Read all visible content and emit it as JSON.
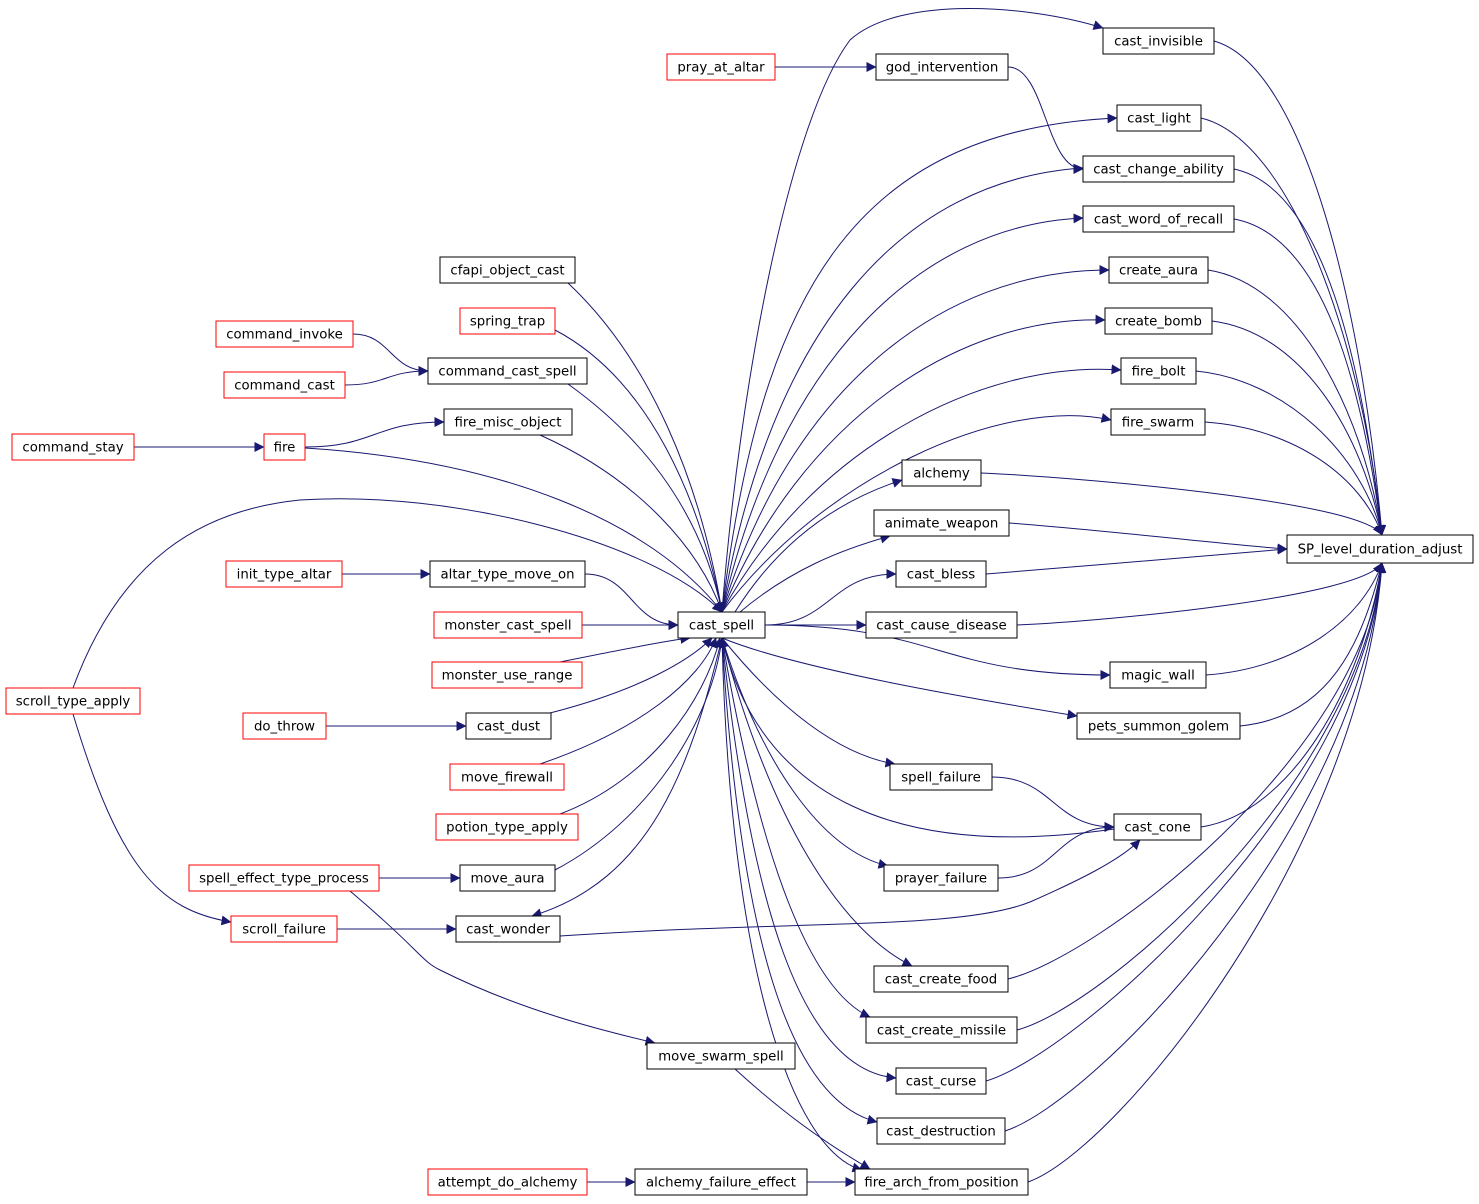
{
  "colors": {
    "edge": "#191970",
    "node_border_default": "#000000",
    "node_border_truncated": "#ff0000",
    "root_fill": "#bfbfbf"
  },
  "nodes": {
    "SP_level_duration_adjust": {
      "label": "SP_level_duration_adjust",
      "root": true
    },
    "cast_invisible": {
      "label": "cast_invisible"
    },
    "god_intervention": {
      "label": "god_intervention"
    },
    "pray_at_altar": {
      "label": "pray_at_altar",
      "truncated": true
    },
    "cast_light": {
      "label": "cast_light"
    },
    "cast_change_ability": {
      "label": "cast_change_ability"
    },
    "cast_word_of_recall": {
      "label": "cast_word_of_recall"
    },
    "create_aura": {
      "label": "create_aura"
    },
    "create_bomb": {
      "label": "create_bomb"
    },
    "fire_bolt": {
      "label": "fire_bolt"
    },
    "fire_swarm": {
      "label": "fire_swarm"
    },
    "alchemy": {
      "label": "alchemy"
    },
    "animate_weapon": {
      "label": "animate_weapon"
    },
    "cast_bless": {
      "label": "cast_bless"
    },
    "cast_cause_disease": {
      "label": "cast_cause_disease"
    },
    "magic_wall": {
      "label": "magic_wall"
    },
    "pets_summon_golem": {
      "label": "pets_summon_golem"
    },
    "spell_failure": {
      "label": "spell_failure"
    },
    "cast_cone": {
      "label": "cast_cone"
    },
    "prayer_failure": {
      "label": "prayer_failure"
    },
    "cast_create_food": {
      "label": "cast_create_food"
    },
    "cast_create_missile": {
      "label": "cast_create_missile"
    },
    "cast_curse": {
      "label": "cast_curse"
    },
    "cast_destruction": {
      "label": "cast_destruction"
    },
    "fire_arch_from_position": {
      "label": "fire_arch_from_position"
    },
    "cast_spell": {
      "label": "cast_spell"
    },
    "cfapi_object_cast": {
      "label": "cfapi_object_cast"
    },
    "spring_trap": {
      "label": "spring_trap",
      "truncated": true
    },
    "command_cast_spell": {
      "label": "command_cast_spell"
    },
    "command_invoke": {
      "label": "command_invoke",
      "truncated": true
    },
    "command_cast": {
      "label": "command_cast",
      "truncated": true
    },
    "fire_misc_object": {
      "label": "fire_misc_object"
    },
    "fire": {
      "label": "fire",
      "truncated": true
    },
    "command_stay": {
      "label": "command_stay",
      "truncated": true
    },
    "altar_type_move_on": {
      "label": "altar_type_move_on"
    },
    "init_type_altar": {
      "label": "init_type_altar",
      "truncated": true
    },
    "monster_cast_spell": {
      "label": "monster_cast_spell",
      "truncated": true
    },
    "monster_use_range": {
      "label": "monster_use_range",
      "truncated": true
    },
    "scroll_type_apply": {
      "label": "scroll_type_apply",
      "truncated": true
    },
    "cast_dust": {
      "label": "cast_dust"
    },
    "do_throw": {
      "label": "do_throw",
      "truncated": true
    },
    "move_firewall": {
      "label": "move_firewall",
      "truncated": true
    },
    "potion_type_apply": {
      "label": "potion_type_apply",
      "truncated": true
    },
    "move_aura": {
      "label": "move_aura"
    },
    "spell_effect_type_process": {
      "label": "spell_effect_type_process",
      "truncated": true
    },
    "cast_wonder": {
      "label": "cast_wonder"
    },
    "scroll_failure": {
      "label": "scroll_failure",
      "truncated": true
    },
    "move_swarm_spell": {
      "label": "move_swarm_spell"
    },
    "alchemy_failure_effect": {
      "label": "alchemy_failure_effect"
    },
    "attempt_do_alchemy": {
      "label": "attempt_do_alchemy",
      "truncated": true
    }
  },
  "edges": [
    [
      "cast_invisible",
      "SP_level_duration_adjust"
    ],
    [
      "cast_light",
      "SP_level_duration_adjust"
    ],
    [
      "cast_change_ability",
      "SP_level_duration_adjust"
    ],
    [
      "cast_word_of_recall",
      "SP_level_duration_adjust"
    ],
    [
      "create_aura",
      "SP_level_duration_adjust"
    ],
    [
      "create_bomb",
      "SP_level_duration_adjust"
    ],
    [
      "fire_bolt",
      "SP_level_duration_adjust"
    ],
    [
      "fire_swarm",
      "SP_level_duration_adjust"
    ],
    [
      "alchemy",
      "SP_level_duration_adjust"
    ],
    [
      "animate_weapon",
      "SP_level_duration_adjust"
    ],
    [
      "cast_bless",
      "SP_level_duration_adjust"
    ],
    [
      "cast_cause_disease",
      "SP_level_duration_adjust"
    ],
    [
      "magic_wall",
      "SP_level_duration_adjust"
    ],
    [
      "pets_summon_golem",
      "SP_level_duration_adjust"
    ],
    [
      "cast_cone",
      "SP_level_duration_adjust"
    ],
    [
      "cast_create_food",
      "SP_level_duration_adjust"
    ],
    [
      "cast_create_missile",
      "SP_level_duration_adjust"
    ],
    [
      "cast_curse",
      "SP_level_duration_adjust"
    ],
    [
      "cast_destruction",
      "SP_level_duration_adjust"
    ],
    [
      "fire_arch_from_position",
      "SP_level_duration_adjust"
    ],
    [
      "pray_at_altar",
      "god_intervention"
    ],
    [
      "god_intervention",
      "cast_change_ability"
    ],
    [
      "cast_spell",
      "cast_invisible"
    ],
    [
      "cast_spell",
      "cast_light"
    ],
    [
      "cast_spell",
      "cast_change_ability"
    ],
    [
      "cast_spell",
      "cast_word_of_recall"
    ],
    [
      "cast_spell",
      "create_aura"
    ],
    [
      "cast_spell",
      "create_bomb"
    ],
    [
      "cast_spell",
      "fire_bolt"
    ],
    [
      "cast_spell",
      "fire_swarm"
    ],
    [
      "cast_spell",
      "alchemy"
    ],
    [
      "cast_spell",
      "animate_weapon"
    ],
    [
      "cast_spell",
      "cast_bless"
    ],
    [
      "cast_spell",
      "cast_cause_disease"
    ],
    [
      "cast_spell",
      "magic_wall"
    ],
    [
      "cast_spell",
      "pets_summon_golem"
    ],
    [
      "cast_spell",
      "spell_failure"
    ],
    [
      "cast_spell",
      "prayer_failure"
    ],
    [
      "cast_spell",
      "cast_create_food"
    ],
    [
      "cast_spell",
      "cast_create_missile"
    ],
    [
      "cast_spell",
      "cast_curse"
    ],
    [
      "cast_spell",
      "cast_destruction"
    ],
    [
      "cast_spell",
      "fire_arch_from_position"
    ],
    [
      "cast_spell",
      "cast_wonder"
    ],
    [
      "spell_failure",
      "cast_cone"
    ],
    [
      "prayer_failure",
      "cast_cone"
    ],
    [
      "cast_wonder",
      "cast_cone"
    ],
    [
      "cast_cone",
      "cast_spell"
    ],
    [
      "cfapi_object_cast",
      "cast_spell"
    ],
    [
      "spring_trap",
      "cast_spell"
    ],
    [
      "command_cast_spell",
      "cast_spell"
    ],
    [
      "command_invoke",
      "command_cast_spell"
    ],
    [
      "command_cast",
      "command_cast_spell"
    ],
    [
      "fire_misc_object",
      "cast_spell"
    ],
    [
      "fire",
      "fire_misc_object"
    ],
    [
      "fire",
      "cast_spell"
    ],
    [
      "command_stay",
      "fire"
    ],
    [
      "scroll_type_apply",
      "cast_spell"
    ],
    [
      "scroll_type_apply",
      "scroll_failure"
    ],
    [
      "altar_type_move_on",
      "cast_spell"
    ],
    [
      "init_type_altar",
      "altar_type_move_on"
    ],
    [
      "monster_cast_spell",
      "cast_spell"
    ],
    [
      "monster_use_range",
      "cast_spell"
    ],
    [
      "cast_dust",
      "cast_spell"
    ],
    [
      "do_throw",
      "cast_dust"
    ],
    [
      "move_firewall",
      "cast_spell"
    ],
    [
      "potion_type_apply",
      "cast_spell"
    ],
    [
      "move_aura",
      "cast_spell"
    ],
    [
      "spell_effect_type_process",
      "move_aura"
    ],
    [
      "spell_effect_type_process",
      "move_swarm_spell"
    ],
    [
      "scroll_failure",
      "cast_wonder"
    ],
    [
      "move_swarm_spell",
      "fire_arch_from_position"
    ],
    [
      "alchemy_failure_effect",
      "fire_arch_from_position"
    ],
    [
      "attempt_do_alchemy",
      "alchemy_failure_effect"
    ]
  ]
}
